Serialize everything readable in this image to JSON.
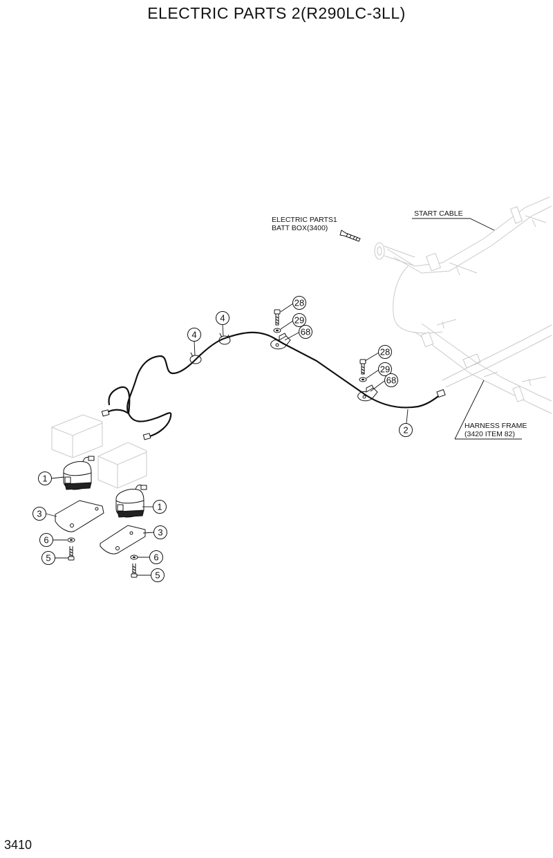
{
  "title": "ELECTRIC PARTS 2(R290LC-3LL)",
  "page_number": "3410",
  "notes": {
    "electric_parts1_line1": "ELECTRIC PARTS1",
    "electric_parts1_line2": "BATT BOX(3400)",
    "start_cable": "START CABLE",
    "harness_frame_line1": "HARNESS FRAME",
    "harness_frame_line2": "(3420 ITEM 82)"
  },
  "callouts": {
    "c28a": "28",
    "c29a": "29",
    "c68a": "68",
    "c28b": "28",
    "c29b": "29",
    "c68b": "68",
    "c4a": "4",
    "c4b": "4",
    "c2": "2",
    "c1a": "1",
    "c1b": "1",
    "c3a": "3",
    "c3b": "3",
    "c6a": "6",
    "c6b": "6",
    "c5a": "5",
    "c5b": "5"
  }
}
